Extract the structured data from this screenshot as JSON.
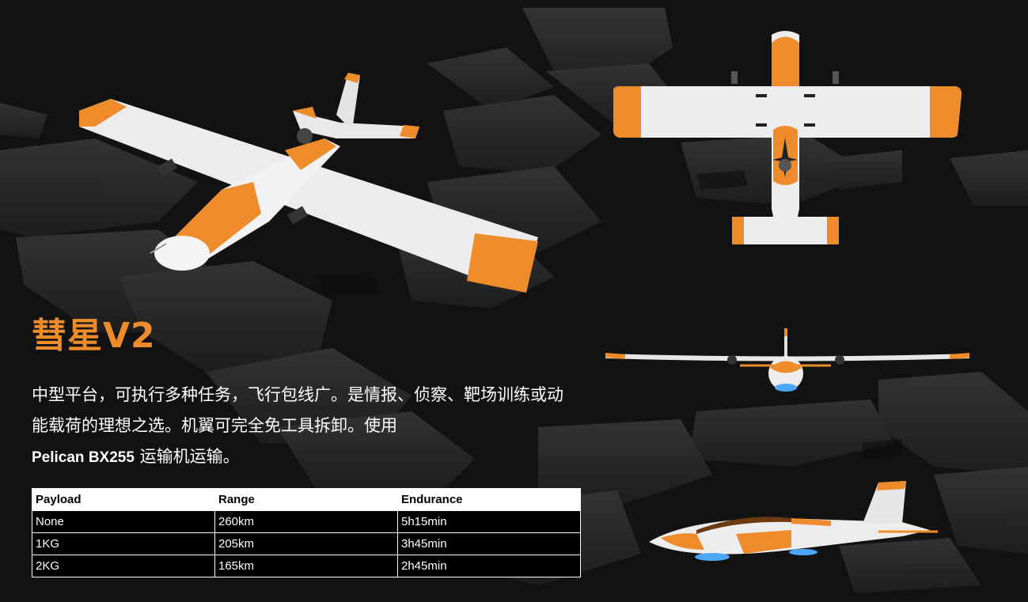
{
  "product": {
    "title": "彗星V2",
    "description_main": "中型平台，可执行多种任务，飞行包线广。是情报、侦察、靶场训练或动能载荷的理想之选。机翼可完全免工具拆卸。使用",
    "description_model": "Pelican BX255",
    "description_tail": " 运输机运输。"
  },
  "specs": {
    "headers": [
      "Payload",
      "Range",
      "Endurance"
    ],
    "rows": [
      [
        "None",
        "260km",
        "5h15min"
      ],
      [
        "1KG",
        "205km",
        "3h45min"
      ],
      [
        "2KG",
        "165km",
        "2h45min"
      ]
    ]
  },
  "colors": {
    "accent": "#ee8c2c",
    "background": "#121212",
    "airframe": "#eeeeee",
    "parts": "#2b2b2b"
  },
  "images": {
    "iso_view": "drone-isometric-view",
    "top_view": "drone-top-view",
    "front_view": "drone-front-view",
    "side_view": "drone-side-view"
  }
}
